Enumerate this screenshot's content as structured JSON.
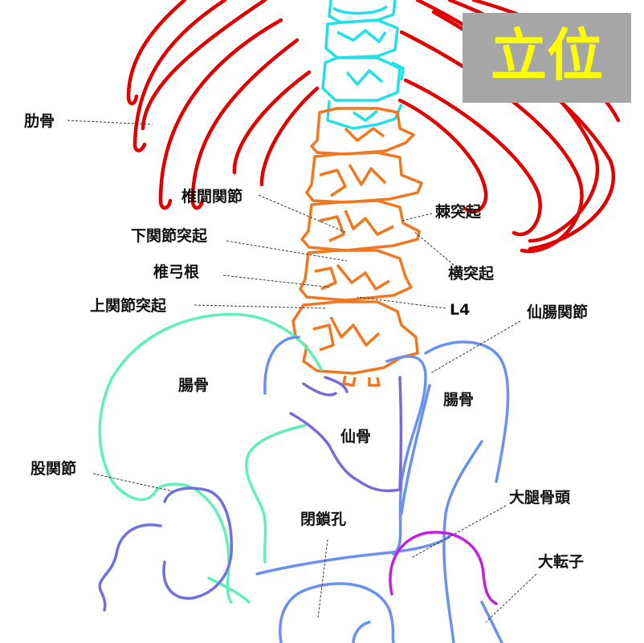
{
  "badge": {
    "text": "立位",
    "bg": "#a6a6a6",
    "fg": "#ffff00"
  },
  "colors": {
    "ribs": "#e00000",
    "thoracic": "#22e0e8",
    "lumbar": "#f07820",
    "ilium_left": "#60f0b8",
    "pelvis_right": "#6a90f0",
    "sacrum": "#7a6ad8",
    "femur_left": "#7070e0",
    "greater_trochanter": "#c020e0"
  },
  "labels": {
    "rib": "肋骨",
    "facet_joint": "椎間関節",
    "inferior_articular": "下関節突起",
    "pedicle": "椎弓根",
    "superior_articular": "上関節突起",
    "spinous": "棘突起",
    "transverse": "横突起",
    "l4": "L4",
    "si_joint": "仙腸関節",
    "ilium_left": "腸骨",
    "ilium_right": "腸骨",
    "sacrum": "仙骨",
    "hip_joint": "股関節",
    "obturator": "閉鎖孔",
    "femoral_head": "大腿骨頭",
    "greater_trochanter": "大転子"
  }
}
